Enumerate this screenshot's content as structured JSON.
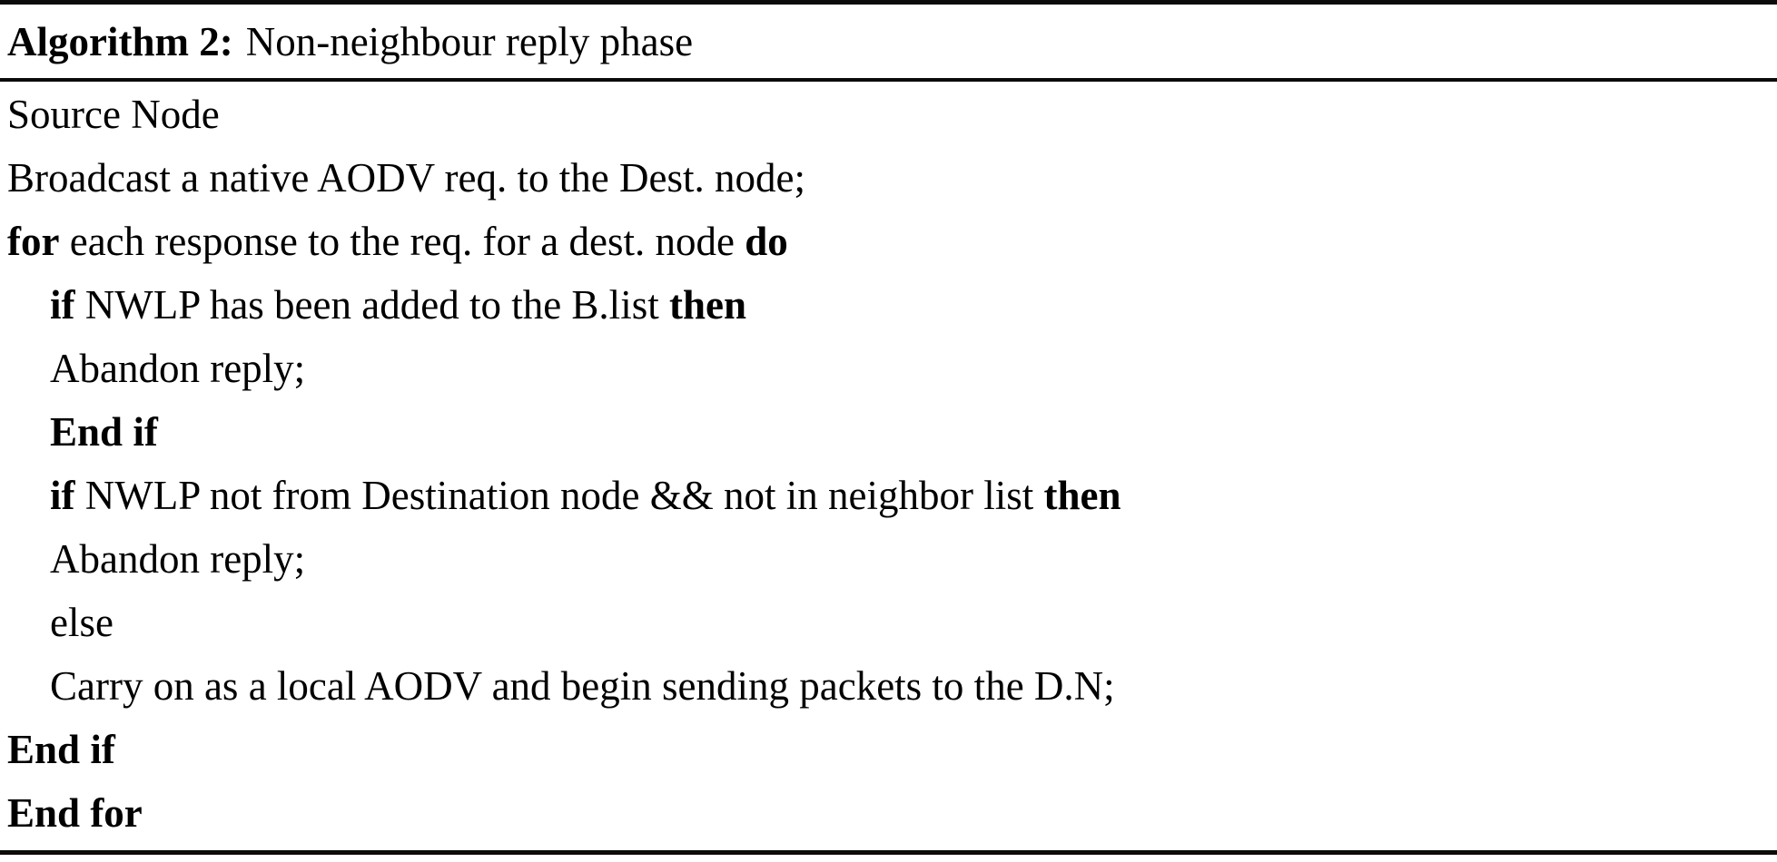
{
  "algorithm": {
    "label": "Algorithm 2:",
    "title": "Non-neighbour reply phase",
    "text_color": "#000000",
    "rule_color": "#0b0b0b",
    "background_color": "#ffffff",
    "lines": [
      {
        "indent": 0,
        "segments": [
          {
            "text": "Source Node",
            "bold": false
          }
        ]
      },
      {
        "indent": 0,
        "segments": [
          {
            "text": "Broadcast a native AODV req. to the Dest. node;",
            "bold": false
          }
        ]
      },
      {
        "indent": 0,
        "segments": [
          {
            "text": "for",
            "bold": true
          },
          {
            "text": " each response to the req. for a dest. node ",
            "bold": false
          },
          {
            "text": "do",
            "bold": true
          }
        ]
      },
      {
        "indent": 1,
        "segments": [
          {
            "text": "if",
            "bold": true
          },
          {
            "text": " NWLP has been added to the B.list ",
            "bold": false
          },
          {
            "text": "then",
            "bold": true
          }
        ]
      },
      {
        "indent": 1,
        "segments": [
          {
            "text": "Abandon reply;",
            "bold": false
          }
        ]
      },
      {
        "indent": 1,
        "segments": [
          {
            "text": "End if",
            "bold": true
          }
        ]
      },
      {
        "indent": 1,
        "segments": [
          {
            "text": "if",
            "bold": true
          },
          {
            "text": " NWLP not from Destination node && not in neighbor list ",
            "bold": false
          },
          {
            "text": "then",
            "bold": true
          }
        ]
      },
      {
        "indent": 1,
        "segments": [
          {
            "text": "Abandon reply;",
            "bold": false
          }
        ]
      },
      {
        "indent": 1,
        "segments": [
          {
            "text": "else",
            "bold": false
          }
        ]
      },
      {
        "indent": 1,
        "segments": [
          {
            "text": "Carry on as a local AODV and begin sending packets to the D.N;",
            "bold": false
          }
        ]
      },
      {
        "indent": 0,
        "segments": [
          {
            "text": "End if",
            "bold": true
          }
        ]
      },
      {
        "indent": 0,
        "segments": [
          {
            "text": "End for",
            "bold": true
          }
        ]
      }
    ]
  }
}
